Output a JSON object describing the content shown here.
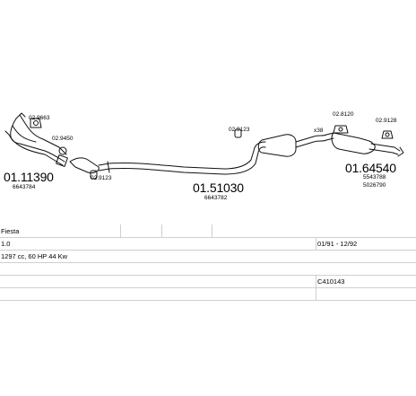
{
  "parts": {
    "front_pipe": {
      "code": "01.11390",
      "ref": "6643784"
    },
    "middle_pipe": {
      "code": "01.51030",
      "ref": "6643782"
    },
    "rear_silencer": {
      "code": "01.64540",
      "ref1": "5543788",
      "ref2": "5026790"
    },
    "gasket_left": "02.9663",
    "clamp_left": "02.9450",
    "clamp_mid_left": "02.9123",
    "clamp_mid_right": "02.9123",
    "rubber_center": "02.8120",
    "rubber_right": "02.9128",
    "mount_label": "x38"
  },
  "info": {
    "model": "Fiesta",
    "engine": "1.0",
    "spec": "1297 cc, 60 HP 44 Kw",
    "years": "01/91 - 12/92",
    "catalog_code": "C410143"
  },
  "colors": {
    "line": "#111111",
    "grid": "#cfcfcf"
  }
}
